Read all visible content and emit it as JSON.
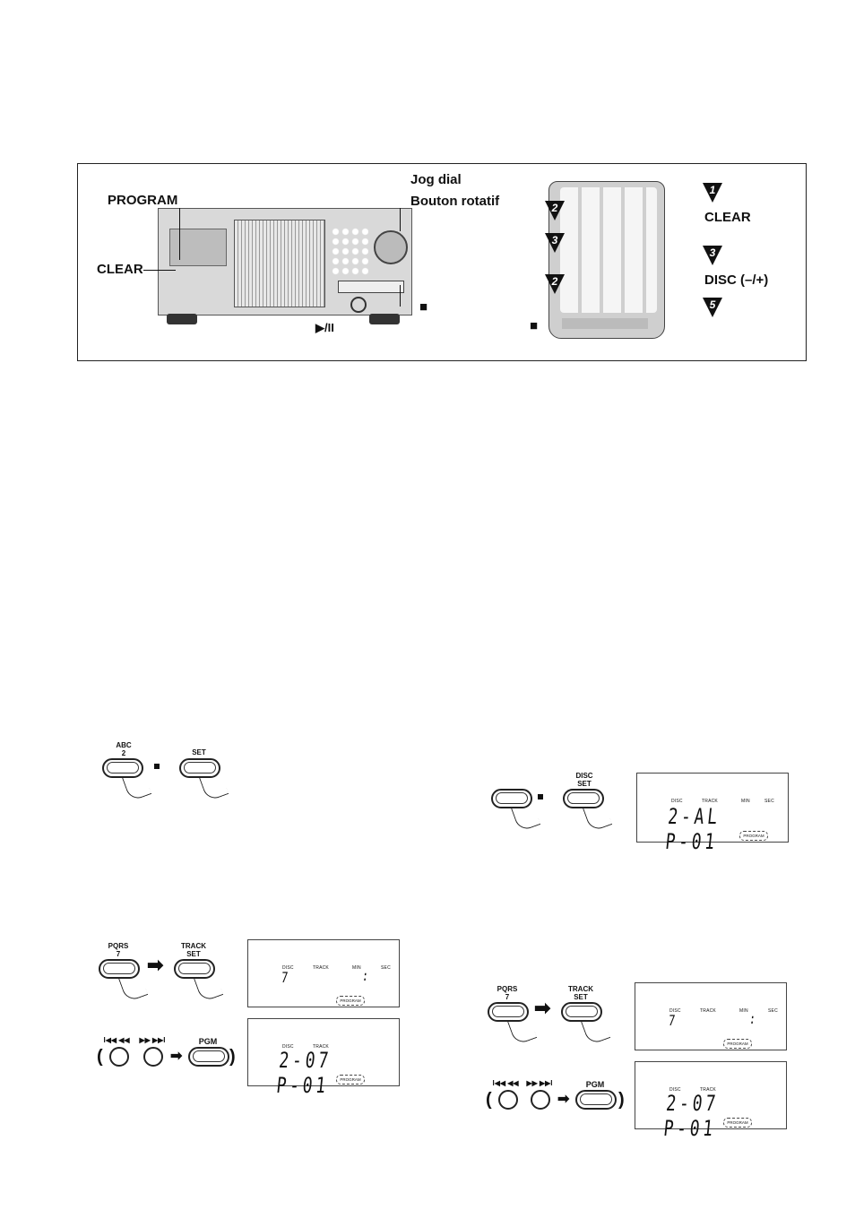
{
  "figure": {
    "labels": {
      "jog_dial": "Jog dial",
      "bouton_rotatif": "Bouton rotatif",
      "program": "PROGRAM",
      "clear_left": "CLEAR",
      "stop_symbol": "■",
      "play_pause": "▶/II",
      "clear_right": "CLEAR",
      "disc_minus_plus": "DISC (–/+)",
      "stop_remote": "■"
    },
    "steps": [
      "1",
      "2",
      "3",
      "3",
      "2",
      "5"
    ]
  },
  "step_a": {
    "key1_letters": "ABC",
    "key1_number": "2",
    "key2_label": "SET"
  },
  "step_b": {
    "key2_line1": "DISC",
    "key2_line2": "SET",
    "display": {
      "disc": "DISC",
      "track": "TRACK",
      "min": "MIN",
      "sec": "SEC",
      "digits": "2-AL P-01",
      "badge": "PROGRAM"
    }
  },
  "step_c": {
    "key1_letters": "PQRS",
    "key1_number": "7",
    "key2_line1": "TRACK",
    "key2_line2": "SET",
    "display1": {
      "disc": "DISC",
      "track": "TRACK",
      "min": "MIN",
      "sec": "SEC",
      "digit": "7",
      "colon": ":",
      "badge": "PROGRAM"
    },
    "paren_open": "(",
    "paren_close": ")",
    "skip_back": "I◀◀ ◀◀",
    "skip_fwd": "▶▶ ▶▶I",
    "pgm_label": "PGM",
    "display2": {
      "disc": "DISC",
      "track": "TRACK",
      "digits": "2-07 P-01",
      "badge": "PROGRAM"
    }
  },
  "step_d": {
    "key1_letters": "PQRS",
    "key1_number": "7",
    "key2_line1": "TRACK",
    "key2_line2": "SET",
    "display1": {
      "disc": "DISC",
      "track": "TRACK",
      "min": "MIN",
      "sec": "SEC",
      "digit": "7",
      "colon": ":",
      "badge": "PROGRAM"
    },
    "paren_open": "(",
    "paren_close": ")",
    "skip_back": "I◀◀ ◀◀",
    "skip_fwd": "▶▶ ▶▶I",
    "pgm_label": "PGM",
    "display2": {
      "disc": "DISC",
      "track": "TRACK",
      "digits": "2-07 P-01",
      "badge": "PROGRAM"
    }
  }
}
